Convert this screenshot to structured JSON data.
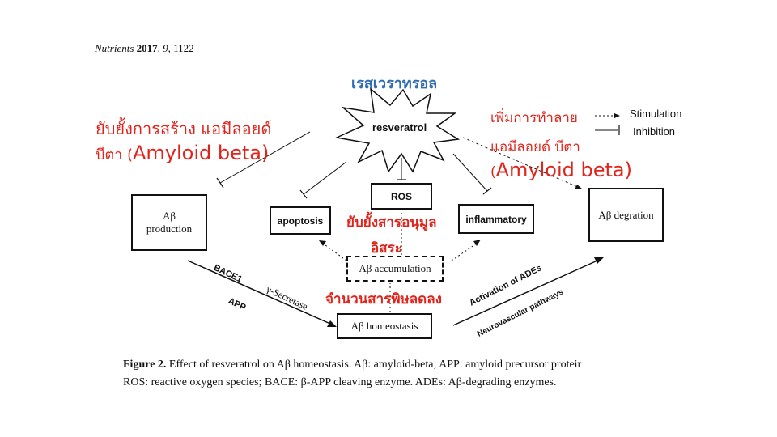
{
  "citation": {
    "journal": "Nutrients",
    "year": "2017",
    "volume": "9",
    "page": "1122"
  },
  "thai": {
    "resveratrol": "เรสเวราทรอล",
    "inhibit_line1": "ยับยั้งการสร้าง แอมีลอยด์",
    "inhibit_line2_prefix": "บีตา (",
    "inhibit_line2_big": "Amyloid beta)",
    "increase_line1": "เพิ่มการทำลาย",
    "increase_line2": "แอมีลอยด์ บีตา",
    "increase_line3_prefix": "(",
    "increase_line3_big": "Amyloid beta)",
    "ros_line1": "ยับยั้งสารอนุมูล",
    "ros_line2": "อิสระ",
    "toxin": "จำนวนสารพิษลดลง"
  },
  "nodes": {
    "resveratrol": "resveratrol",
    "abeta_production_line1": "Aβ",
    "abeta_production_line2": "production",
    "apoptosis": "apoptosis",
    "ros": "ROS",
    "inflammatory": "inflammatory",
    "abeta_degration": "Aβ degration",
    "abeta_accumulation": "Aβ accumulation",
    "abeta_homeostasis": "Aβ homeostasis"
  },
  "edge_labels": {
    "bace1": "BACE1",
    "gamma_secretase": "γ-Secretase",
    "app": "APP",
    "activation_ades": "Activation of ADEs",
    "neurovascular": "Neurovascular pathways"
  },
  "legend": {
    "stimulation": "Stimulation",
    "inhibition": "Inhibition"
  },
  "caption": {
    "label": "Figure 2.",
    "line1_rest": " Effect of resveratrol on Aβ homeostasis. Aβ: amyloid-beta; APP: amyloid precursor proteir",
    "line2": "ROS: reactive oxygen species; BACE: β-APP cleaving enzyme. ADEs: Aβ-degrading enzymes."
  }
}
